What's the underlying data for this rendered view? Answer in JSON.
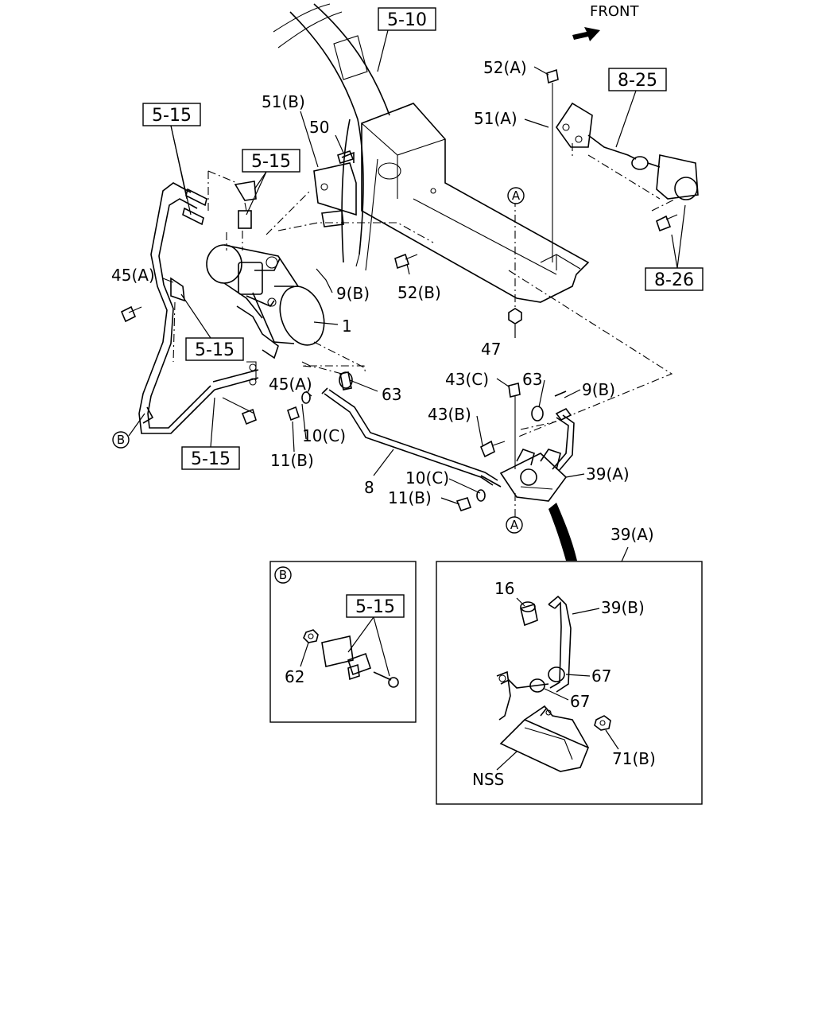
{
  "direction": "FRONT",
  "labels": {
    "l52a": "52(A)",
    "l51a": "51(A)",
    "l51b": "51(B)",
    "l50": "50",
    "l45a_top": "45(A)",
    "l9b_top": "9(B)",
    "l52b": "52(B)",
    "l1": "1",
    "l47": "47",
    "l45a_mid": "45(A)",
    "l63_left": "63",
    "l10c_left": "10(C)",
    "l11b_left": "11(B)",
    "l43c": "43(C)",
    "l63_right": "63",
    "l9b_right": "9(B)",
    "l43b": "43(B)",
    "l39a": "39(A)",
    "l10c_right": "10(C)",
    "l11b_right": "11(B)",
    "l8": "8",
    "l39a_detail": "39(A)",
    "l16": "16",
    "l39b": "39(B)",
    "l67_a": "67",
    "l67_b": "67",
    "l71b": "71(B)",
    "lnss": "NSS",
    "l62": "62"
  },
  "refs": {
    "r510": "5-10",
    "r825": "8-25",
    "r826": "8-26",
    "r515_a": "5-15",
    "r515_b": "5-15",
    "r515_c": "5-15",
    "r515_d": "5-15",
    "r515_e": "5-15"
  },
  "circles": {
    "a_top": "A",
    "a_bottom": "A",
    "b_main": "B",
    "b_detail": "B"
  }
}
